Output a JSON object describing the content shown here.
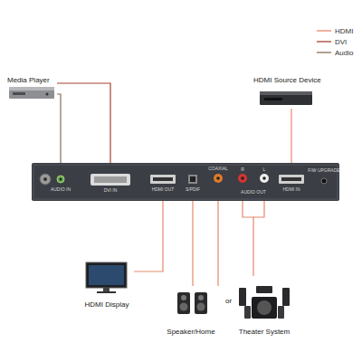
{
  "diagram": {
    "nodes": [
      {
        "text": [
          "Media Player"
        ]
      },
      {
        "text": [
          "HDMI Source Device"
        ]
      },
      {
        "text": [
          "AUDIO IN",
          "DVI IN",
          "HDMI OUT",
          "S/PDIF",
          "COAXIAL",
          "R",
          "L",
          "AUDIO OUT",
          "HDMI IN",
          "F/W UPGRADE"
        ]
      },
      {
        "text": [
          "HDMI Display"
        ]
      },
      {
        "text": [
          "Speaker/Home"
        ]
      },
      {
        "text": [
          "Theater System"
        ]
      }
    ],
    "edges": [
      {
        "from": 0,
        "to": 2,
        "arrow": "none"
      },
      {
        "from": 0,
        "to": 2,
        "arrow": "none"
      },
      {
        "from": 1,
        "to": 2,
        "arrow": "none"
      },
      {
        "from": 2,
        "to": 3,
        "arrow": "none"
      },
      {
        "from": 2,
        "to": 4,
        "arrow": "none"
      },
      {
        "from": 2,
        "to": 4,
        "arrow": "none"
      },
      {
        "from": 2,
        "to": 5,
        "arrow": "none"
      }
    ],
    "labels": [
      "or"
    ],
    "legend": [
      {
        "text": "HDMI"
      },
      {
        "text": "DVI"
      },
      {
        "text": "Audio"
      }
    ]
  }
}
